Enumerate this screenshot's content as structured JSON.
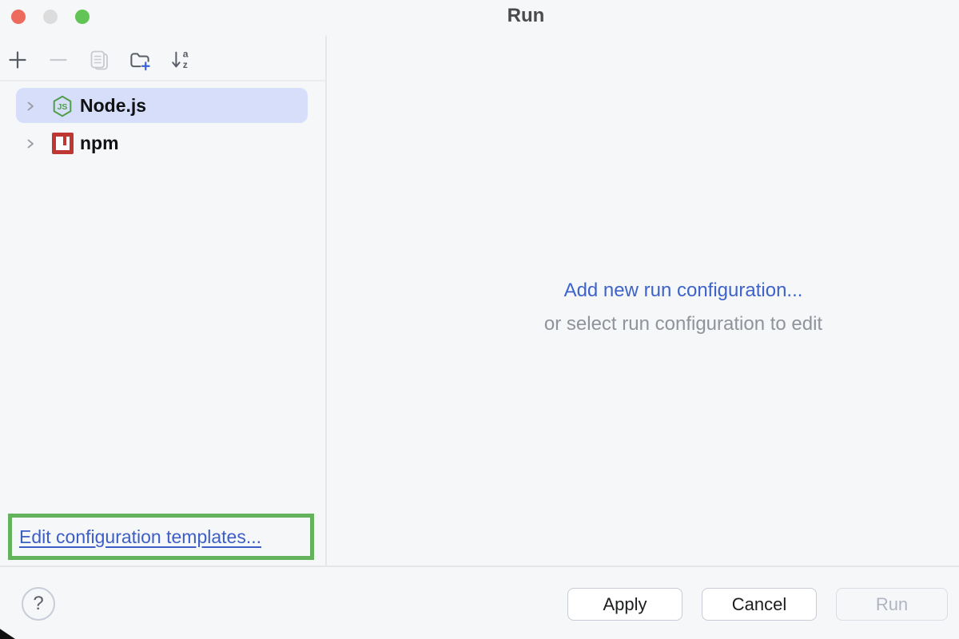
{
  "window": {
    "title": "Run"
  },
  "titlebar": {
    "buttons": [
      "close",
      "minimize",
      "zoom"
    ]
  },
  "sidebar": {
    "toolbar": {
      "icons": [
        {
          "name": "add-icon",
          "enabled": true
        },
        {
          "name": "remove-icon",
          "enabled": false
        },
        {
          "name": "copy-icon",
          "enabled": false
        },
        {
          "name": "new-folder-icon",
          "enabled": true
        },
        {
          "name": "sort-alphabetically-icon",
          "enabled": true
        }
      ],
      "sort_letters": {
        "top": "a",
        "bottom": "z"
      }
    },
    "tree": [
      {
        "label": "Node.js",
        "icon": "nodejs-icon",
        "icon_text": "JS",
        "selected": true
      },
      {
        "label": "npm",
        "icon": "npm-icon",
        "selected": false
      }
    ],
    "edit_templates_link": "Edit configuration templates..."
  },
  "main": {
    "add_link": "Add new run configuration...",
    "hint": "or select run configuration to edit"
  },
  "footer": {
    "help": "?",
    "buttons": [
      {
        "label": "Apply",
        "enabled": true
      },
      {
        "label": "Cancel",
        "enabled": true
      },
      {
        "label": "Run",
        "enabled": false
      }
    ]
  },
  "colors": {
    "link_blue": "#3e63c9",
    "annotation_green": "#63b35c",
    "selection_highlight": "#d7defa",
    "node_green": "#4f9e4b",
    "npm_red": "#bf3733",
    "hint_gray": "#8f939b"
  }
}
